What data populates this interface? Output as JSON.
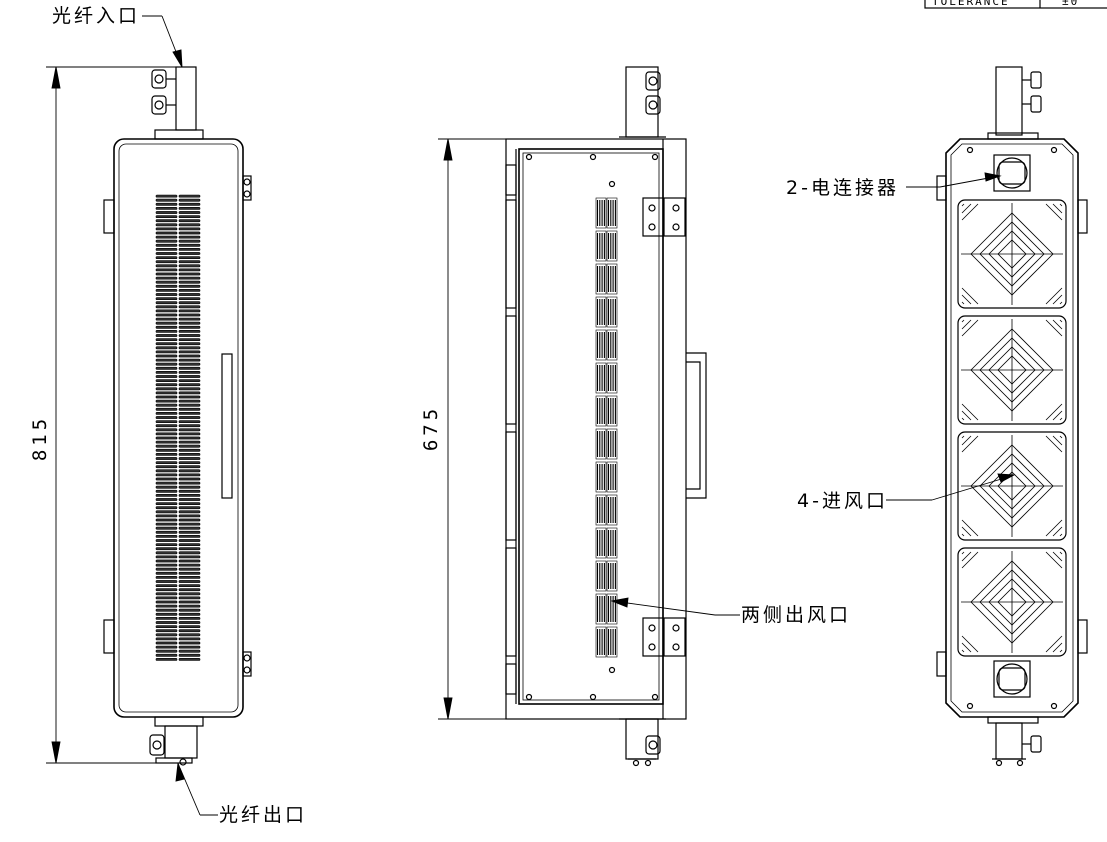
{
  "title_block": {
    "label": "TOLERANCE",
    "value": "±0"
  },
  "labels": {
    "fiber_in": "光纤入口",
    "fiber_out": "光纤出口",
    "side_outlets": "两侧出风口",
    "connectors": "2-电连接器",
    "intakes": "4-进风口"
  },
  "dimensions": {
    "total_length": "815",
    "body_length": "675"
  }
}
